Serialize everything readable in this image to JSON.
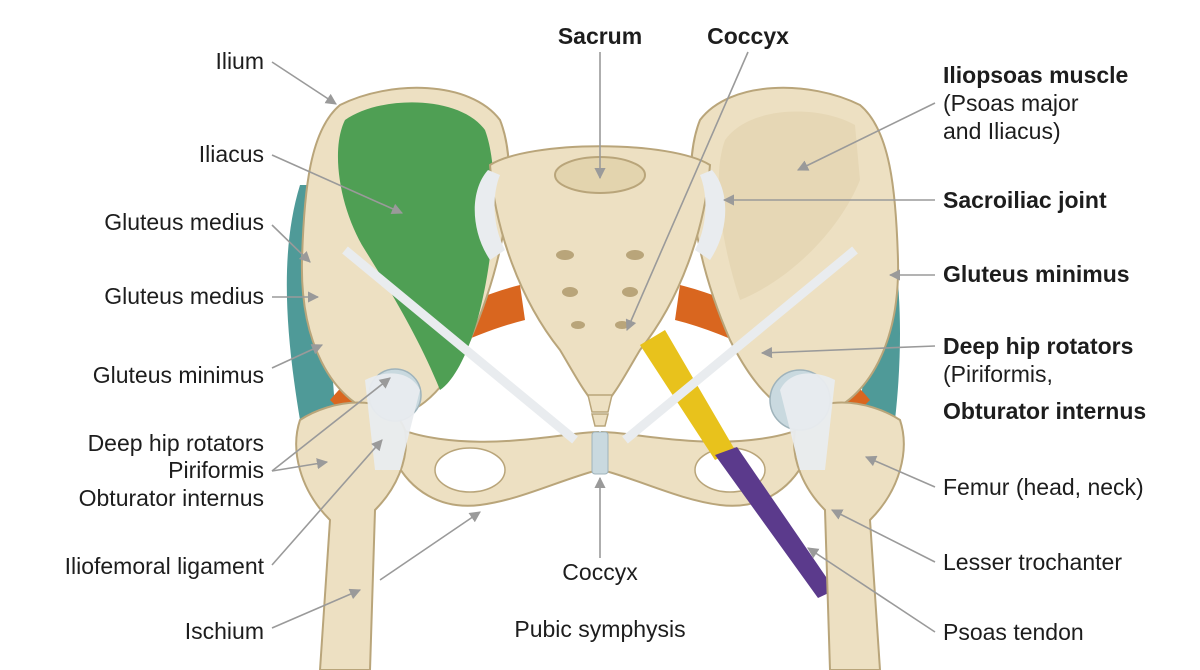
{
  "labels": {
    "ilium": "Ilium",
    "iliacus": "Iliacus",
    "gluteus_medius_upper": "Gluteus medius",
    "gluteus_medius_lower": "Gluteus medius",
    "gluteus_minimus_left": "Gluteus minimus",
    "deep_hip_rotators_left": "Deep hip rotators",
    "piriformis_left": "Piriformis",
    "obturator_internus_left": "Obturator internus",
    "iliofemoral_ligament": "Iliofemoral ligament",
    "ischium": "Ischium",
    "sacrum": "Sacrum",
    "coccyx_top": "Coccyx",
    "coccyx_bottom": "Coccyx",
    "pubic_symphysis": "Pubic symphysis",
    "iliopsoas_title": "Iliopsoas muscle",
    "iliopsoas_sub1": "(Psoas major",
    "iliopsoas_sub2": "and Iliacus)",
    "sacroiliac_joint": "Sacroiliac joint",
    "gluteus_minimus_right": "Gluteus minimus",
    "deep_hip_rotators_right": "Deep hip rotators",
    "piriformis_right": "(Piriformis,",
    "obturator_internus_right": "Obturator internus",
    "femur": "Femur (head, neck)",
    "lesser_trochanter": "Lesser trochanter",
    "psoas_tendon": "Psoas tendon"
  },
  "colors": {
    "bone": "#ede0c2",
    "bone_shade": "#d6c7a0",
    "bone_outline": "#b9a57a",
    "iliacus_green": "#4f9f54",
    "gluteal_teal": "#4f9a98",
    "rotator_orange": "#d9661f",
    "psoas_yellow": "#e8c21c",
    "psoas_purple": "#5b3a8c",
    "ligament": "#e9ecef",
    "cartilage": "#c9d9df",
    "leader": "#9a9a9a",
    "text": "#1d1d1d"
  }
}
